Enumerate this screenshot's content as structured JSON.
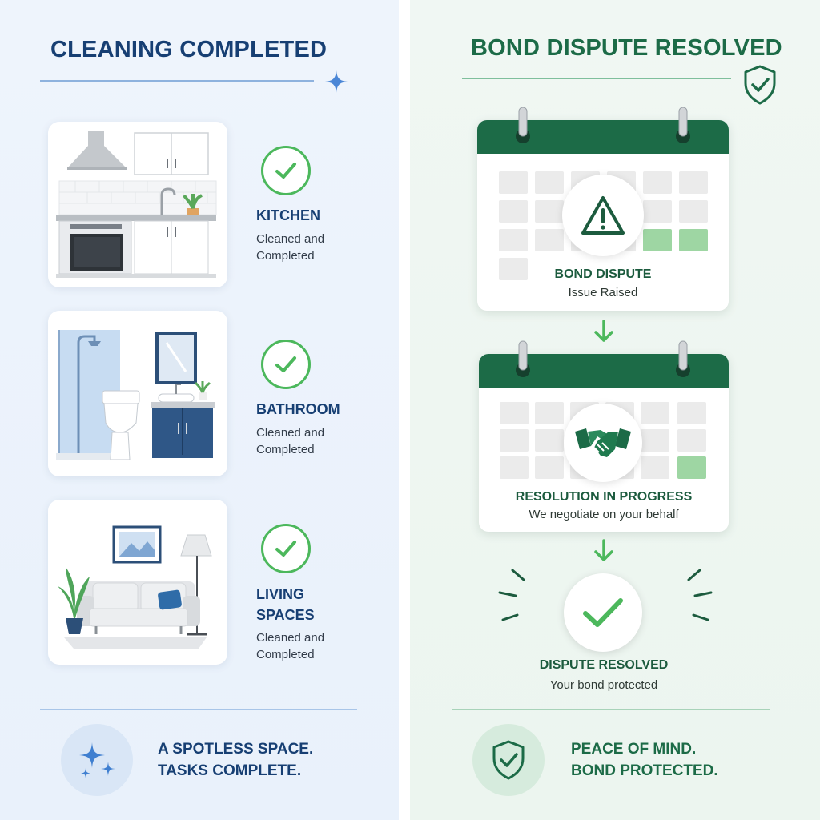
{
  "left": {
    "title": "CLEANING COMPLETED",
    "rooms": [
      {
        "name": "KITCHEN",
        "status_line1": "Cleaned and",
        "status_line2": "Completed"
      },
      {
        "name": "BATHROOM",
        "status_line1": "Cleaned and",
        "status_line2": "Completed"
      },
      {
        "name_line1": "LIVING",
        "name_line2": "SPACES",
        "status_line1": "Cleaned and",
        "status_line2": "Completed"
      }
    ],
    "footer_line1": "A SPOTLESS SPACE.",
    "footer_line2": "TASKS COMPLETE."
  },
  "right": {
    "title": "BOND DISPUTE RESOLVED",
    "steps": [
      {
        "title": "BOND DISPUTE",
        "subtitle": "Issue Raised",
        "icon": "warning-icon"
      },
      {
        "title": "RESOLUTION IN PROGRESS",
        "subtitle": "We negotiate on your behalf",
        "icon": "handshake-icon"
      },
      {
        "title": "DISPUTE RESOLVED",
        "subtitle": "Your bond protected",
        "icon": "check-icon"
      }
    ],
    "footer_line1": "PEACE OF MIND.",
    "footer_line2": "BOND PROTECTED."
  },
  "colors": {
    "navy": "#173f73",
    "green_dark": "#1c6b47",
    "check_green": "#4cb85c",
    "calendar_highlight": "#9ed6a3"
  }
}
